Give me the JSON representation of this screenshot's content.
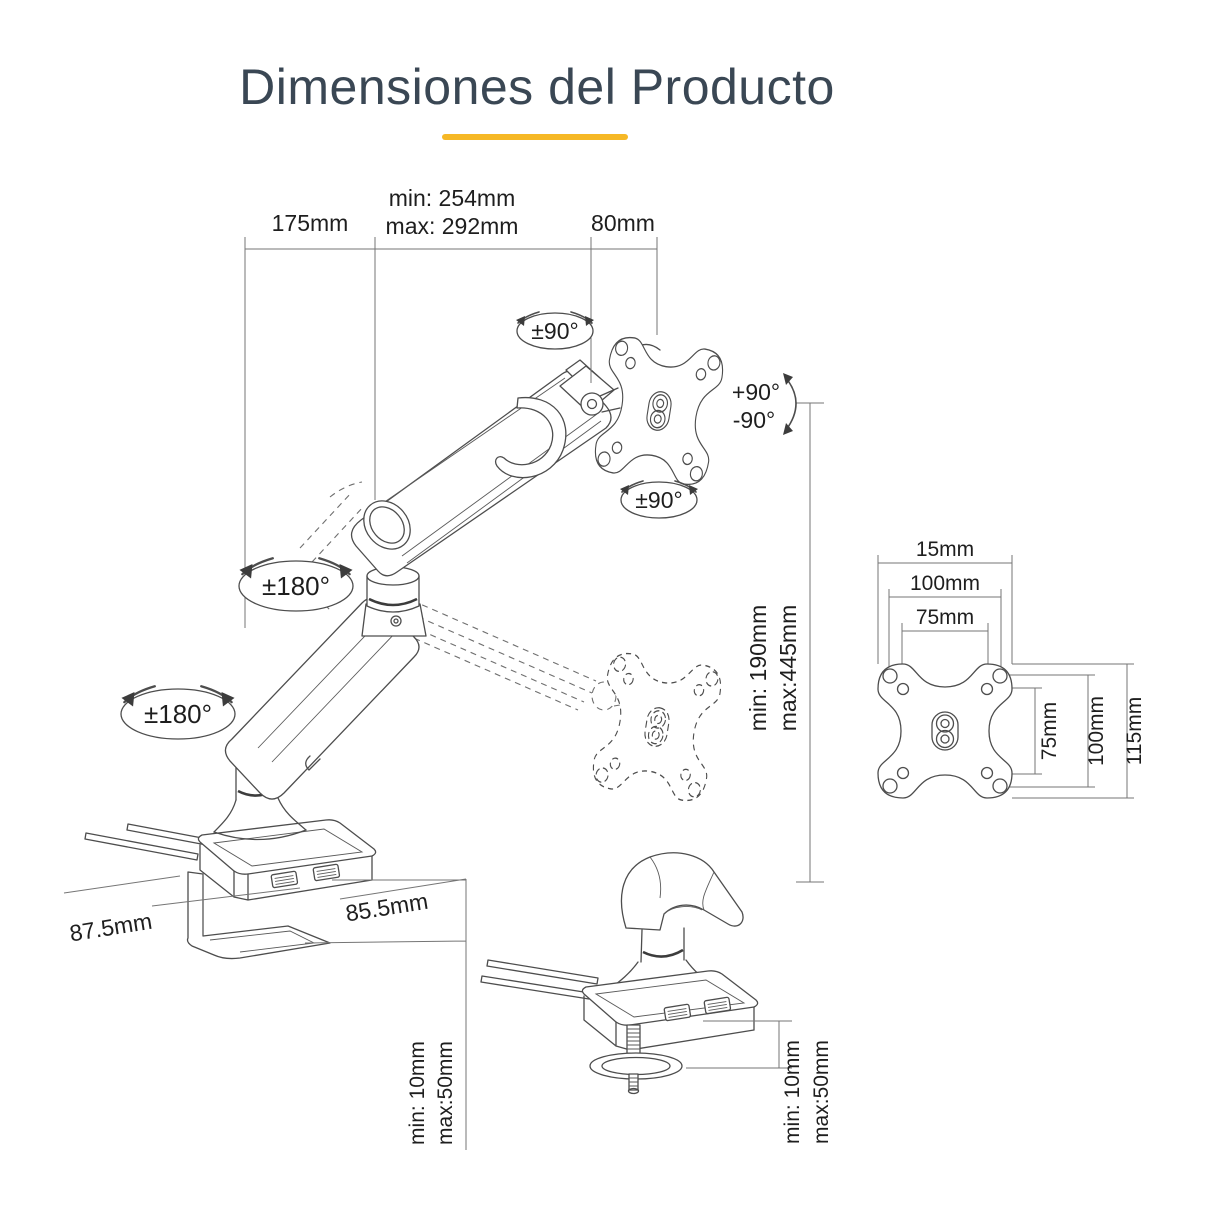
{
  "title": {
    "text": "Dimensiones del Producto"
  },
  "colors": {
    "title": "#3A4754",
    "accent_underline": "#F6B826",
    "line_art": "#4d4d4d",
    "dimension_lines": "#757575",
    "label_text": "#1e1e1e"
  },
  "dims": {
    "top": {
      "arm_rear": "175mm",
      "reach_min": "min: 254mm",
      "reach_max": "max: 292mm",
      "head": "80mm"
    },
    "height": {
      "min": "min: 190mm",
      "max": "max:445mm"
    },
    "base": {
      "left_depth": "87.5mm",
      "right_depth": "85.5mm"
    },
    "clamp_left": {
      "min": "min: 10mm",
      "max": "max:50mm"
    },
    "clamp_right": {
      "min": "min: 10mm",
      "max": "max:50mm"
    },
    "vesa": {
      "width_full": "15mm",
      "width_100": "100mm",
      "width_75": "75mm",
      "height_75": "75mm",
      "height_100": "100mm",
      "height_full": "115mm"
    }
  },
  "rotation": {
    "pan_top": "±90°",
    "pan_bottom": "±90°",
    "tilt_up": "+90°",
    "tilt_down": "-90°",
    "swivel_upper": "±180°",
    "swivel_lower": "±180°"
  }
}
